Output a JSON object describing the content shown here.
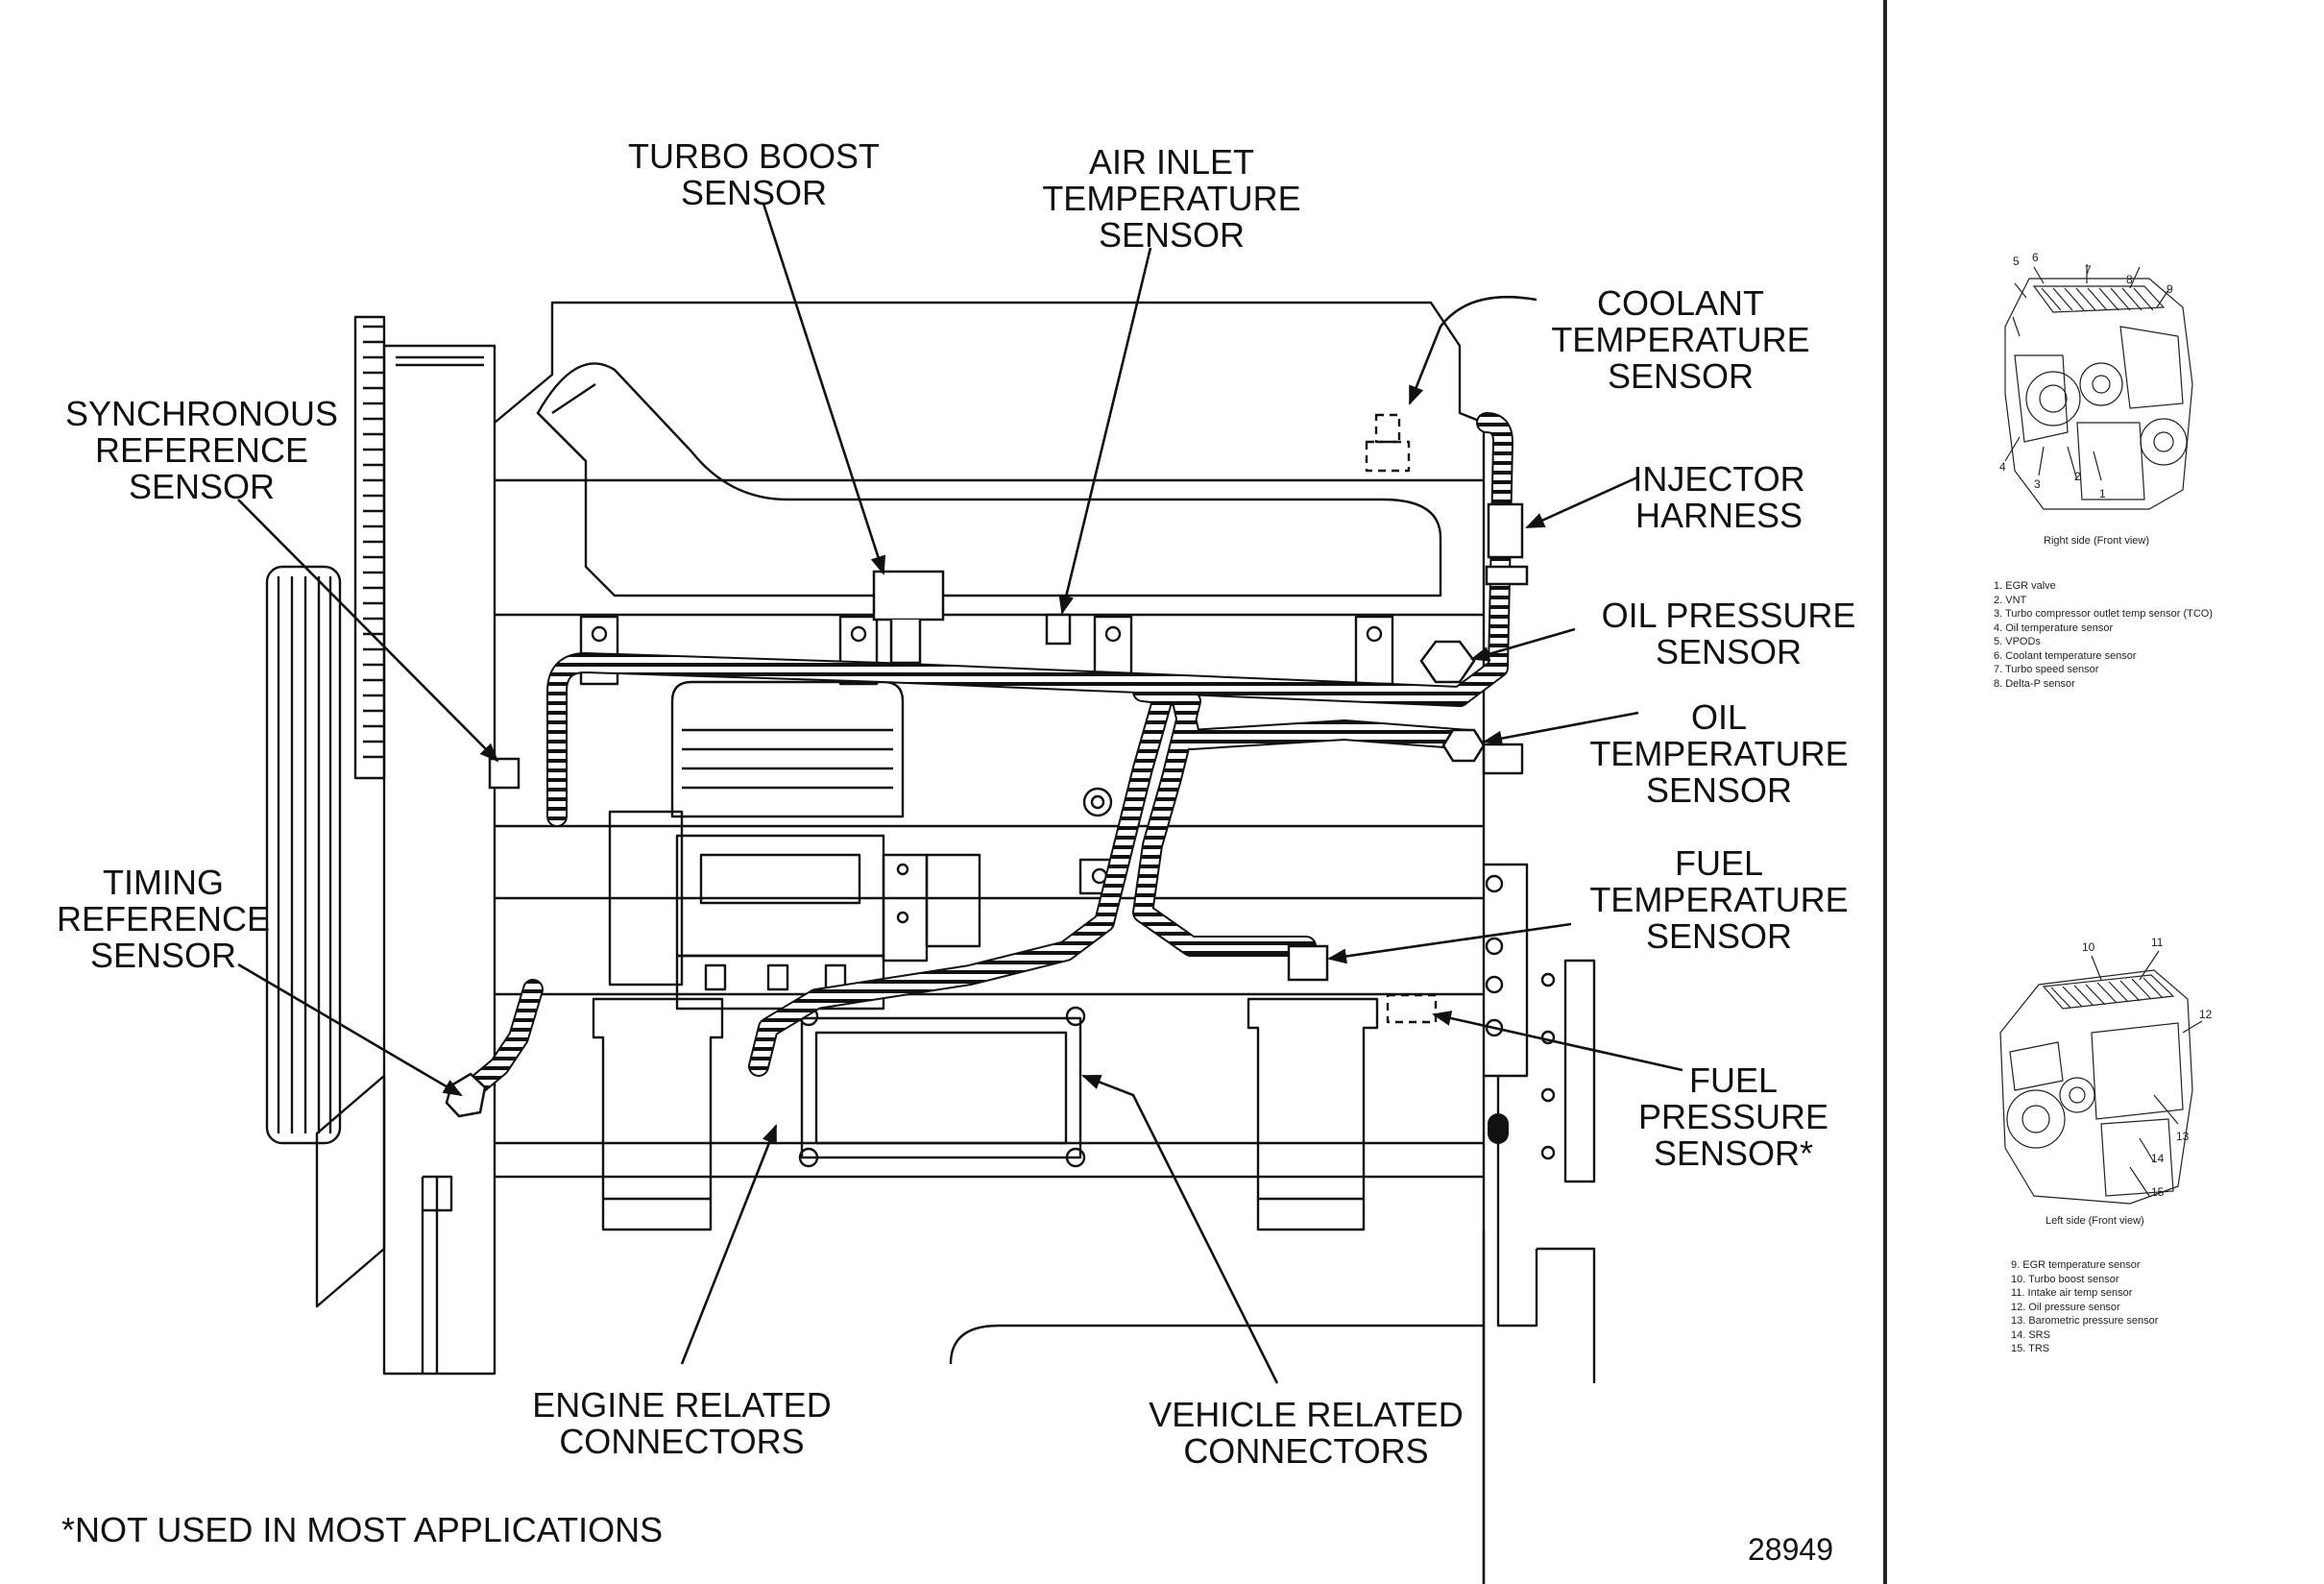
{
  "labels": {
    "turbo_boost": [
      "TURBO BOOST",
      "SENSOR"
    ],
    "air_inlet": [
      "AIR INLET",
      "TEMPERATURE",
      "SENSOR"
    ],
    "coolant": [
      "COOLANT",
      "TEMPERATURE",
      "SENSOR"
    ],
    "synchronous": [
      "SYNCHRONOUS",
      "REFERENCE",
      "SENSOR"
    ],
    "injector": [
      "INJECTOR",
      "HARNESS"
    ],
    "oil_pressure": [
      "OIL PRESSURE",
      "SENSOR"
    ],
    "oil_temp": [
      "OIL",
      "TEMPERATURE",
      "SENSOR"
    ],
    "timing": [
      "TIMING",
      "REFERENCE",
      "SENSOR"
    ],
    "fuel_temp": [
      "FUEL",
      "TEMPERATURE",
      "SENSOR"
    ],
    "fuel_pressure": [
      "FUEL",
      "PRESSURE",
      "SENSOR*"
    ],
    "engine_conn": [
      "ENGINE RELATED",
      "CONNECTORS"
    ],
    "vehicle_conn": [
      "VEHICLE RELATED",
      "CONNECTORS"
    ]
  },
  "footnote": "*NOT USED IN MOST APPLICATIONS",
  "figure_number": "28949",
  "side_panel": {
    "right_view": {
      "caption": "Right side (Front view)",
      "numbers": [
        "1",
        "2",
        "3",
        "4",
        "5",
        "6",
        "7",
        "8",
        "9"
      ],
      "legend": [
        "1. EGR valve",
        "2. VNT",
        "3. Turbo compressor outlet temp sensor (TCO)",
        "4. Oil temperature sensor",
        "5. VPODs",
        "6. Coolant temperature sensor",
        "7. Turbo speed sensor",
        "8. Delta-P sensor"
      ]
    },
    "left_view": {
      "caption": "Left side (Front view)",
      "numbers": [
        "10",
        "11",
        "12",
        "13",
        "14",
        "15"
      ],
      "legend": [
        "9. EGR temperature sensor",
        "10. Turbo boost sensor",
        "11. Intake air temp sensor",
        "12. Oil pressure sensor",
        "13. Barometric pressure sensor",
        "14. SRS",
        "15. TRS"
      ]
    }
  }
}
